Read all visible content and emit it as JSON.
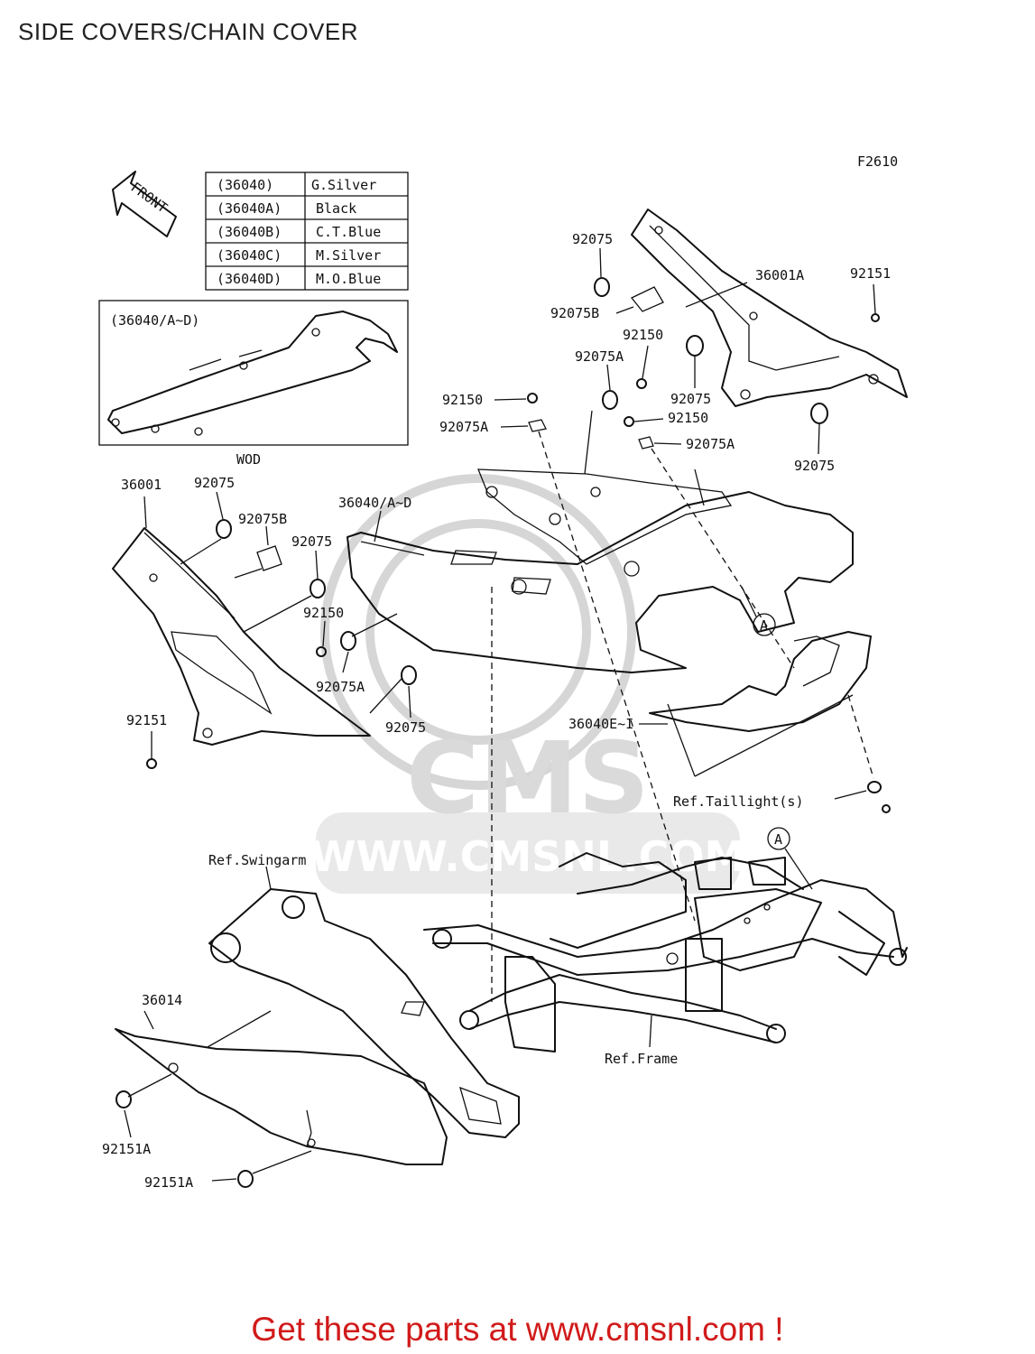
{
  "page_title": "SIDE COVERS/CHAIN COVER",
  "figure_code": "F2610",
  "front_label": "FRONT",
  "color_table": [
    {
      "code": "(36040)",
      "color": "G.Silver"
    },
    {
      "code": "(36040A)",
      "color": "Black"
    },
    {
      "code": "(36040B)",
      "color": "C.T.Blue"
    },
    {
      "code": "(36040C)",
      "color": "M.Silver"
    },
    {
      "code": "(36040D)",
      "color": "M.O.Blue"
    }
  ],
  "inset": {
    "label": "(36040/A~D)",
    "caption": "WOD"
  },
  "parts": {
    "p36001A": "36001A",
    "p92151_tr": "92151",
    "p92075_t1": "92075",
    "p92075B_t": "92075B",
    "p92150_t1": "92150",
    "p92075A_t1": "92075A",
    "p92075_t2": "92075",
    "p92150_t2": "92150",
    "p92075A_t2": "92075A",
    "p92150_t3": "92150",
    "p92075A_t3": "92075A",
    "p92075_t3": "92075",
    "p36001": "36001",
    "p92075_l1": "92075",
    "p92075B_l": "92075B",
    "p36040AD": "36040/A~D",
    "p92075_l2": "92075",
    "p92150_l": "92150",
    "p92075A_l": "92075A",
    "p92075_l3": "92075",
    "p92151_l": "92151",
    "p36040EI": "36040E~I",
    "ref_taillight": "Ref.Taillight(s)",
    "ref_swingarm": "Ref.Swingarm",
    "p36014": "36014",
    "p92151A_1": "92151A",
    "p92151A_2": "92151A",
    "ref_frame": "Ref.Frame",
    "marker_a": "A"
  },
  "watermark": {
    "brand": "CMS",
    "url": "WWW.CMSNL.COM"
  },
  "footer": "Get these parts at www.cmsnl.com !"
}
